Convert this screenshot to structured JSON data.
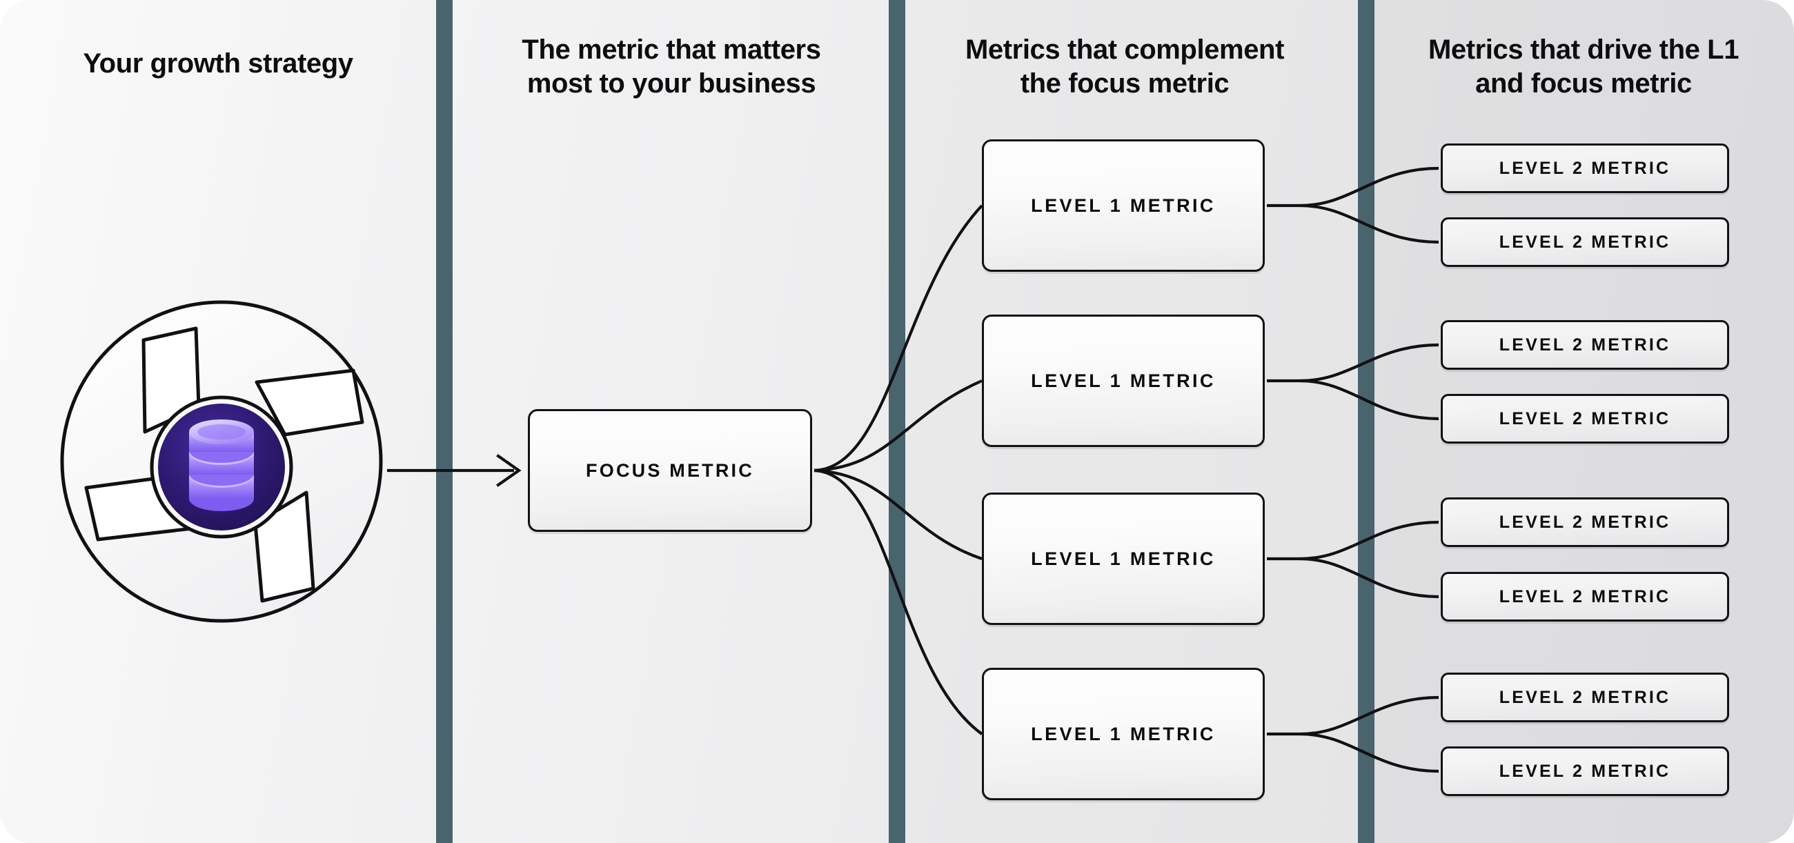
{
  "diagram": {
    "title": "Metric tree / growth strategy framework",
    "type": "hierarchy-flow"
  },
  "columns": [
    {
      "id": "strategy",
      "heading": "Your growth strategy"
    },
    {
      "id": "focus",
      "heading": "The metric that matters\nmost to your business"
    },
    {
      "id": "complement",
      "heading": "Metrics that complement\nthe focus metric"
    },
    {
      "id": "drive",
      "heading": "Metrics that drive the L1\nand focus metric"
    }
  ],
  "logo": {
    "name": "aperture-database-logo",
    "icon": "database-icon",
    "ring_color": "#f7f7f8",
    "core_color": "#2b1a6e",
    "accent_color": "#8b6cf5",
    "outline_color": "#111114"
  },
  "nodes": {
    "focus": {
      "label": "FOCUS METRIC"
    },
    "level1": [
      {
        "label": "LEVEL 1 METRIC"
      },
      {
        "label": "LEVEL 1 METRIC"
      },
      {
        "label": "LEVEL 1 METRIC"
      },
      {
        "label": "LEVEL 1 METRIC"
      }
    ],
    "level2": [
      {
        "label": "LEVEL 2 METRIC"
      },
      {
        "label": "LEVEL 2 METRIC"
      },
      {
        "label": "LEVEL 2 METRIC"
      },
      {
        "label": "LEVEL 2 METRIC"
      },
      {
        "label": "LEVEL 2 METRIC"
      },
      {
        "label": "LEVEL 2 METRIC"
      },
      {
        "label": "LEVEL 2 METRIC"
      },
      {
        "label": "LEVEL 2 METRIC"
      }
    ]
  },
  "colors": {
    "divider": "#4a646d",
    "node_border": "#121215",
    "panel_1": "#f4f4f5",
    "panel_2": "#efeff0",
    "panel_3": "#e7e7e8",
    "panel_4": "#dddde0",
    "connector": "#111114",
    "text": "#0d0d0f"
  }
}
